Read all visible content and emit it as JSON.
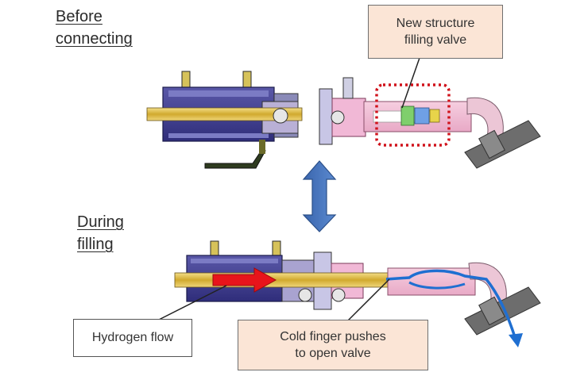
{
  "labels": {
    "before": [
      "Before",
      "connecting"
    ],
    "during": [
      "During",
      "filling"
    ]
  },
  "callouts": {
    "new_structure": [
      "New structure",
      "filling valve"
    ],
    "hydrogen_flow": "Hydrogen flow",
    "cold_finger": [
      "Cold finger pushes",
      "to open valve"
    ]
  },
  "colors": {
    "callout_fill": "#fbe5d6",
    "hydrogen_arrow": "#e8141b",
    "flow_arrow": "#1f6fd1",
    "connector_arrow": "#3d70b8",
    "highlight_box": "#d0121b"
  }
}
